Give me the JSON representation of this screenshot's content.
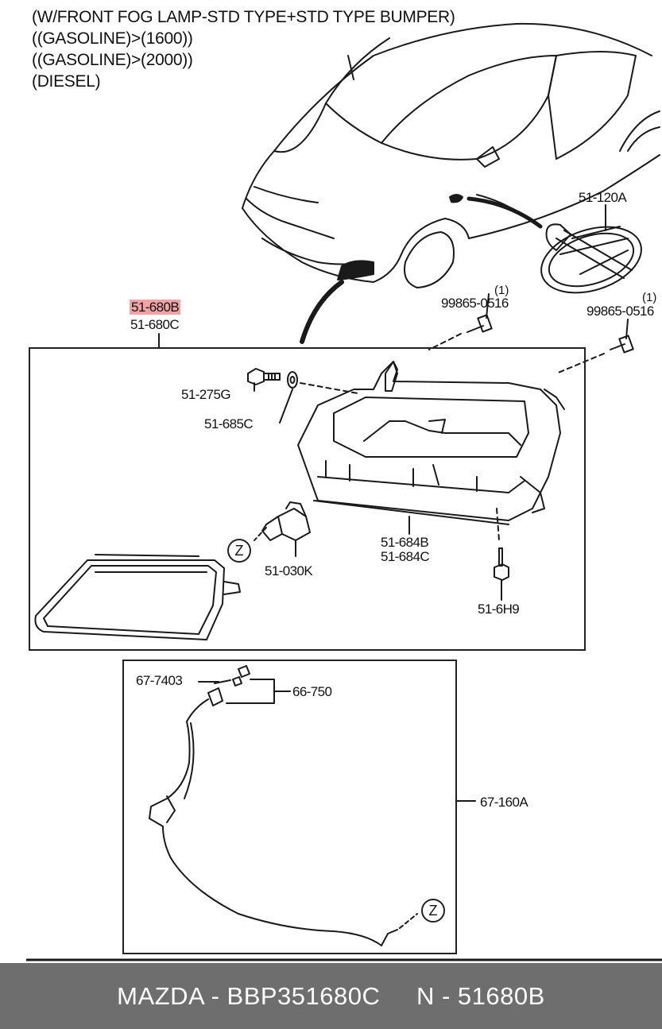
{
  "header": {
    "lines": [
      "(W/FRONT FOG LAMP-STD TYPE+STD TYPE BUMPER)",
      "((GASOLINE)>(1600))",
      "((GASOLINE)>(2000))",
      "(DIESEL)"
    ]
  },
  "labels": {
    "assy_highlight": "51-680B",
    "assy_alt": "51-680C",
    "side_marker": "51-120A",
    "screw_a": "99865-0516",
    "screw_a_qty": "(1)",
    "screw_b": "99865-0516",
    "screw_b_qty": "(1)",
    "bolt": "51-275G",
    "washer": "51-685C",
    "bulb": "51-030K",
    "bracket_1": "51-684B",
    "bracket_2": "51-684C",
    "nut": "51-6H9",
    "harness_clip": "67-7403",
    "connector": "66-750",
    "harness": "67-160A",
    "ref_z": "Z"
  },
  "footer": {
    "brand": "MAZDA",
    "part_no": "BBP351680C",
    "ref": "N - 51680B"
  }
}
